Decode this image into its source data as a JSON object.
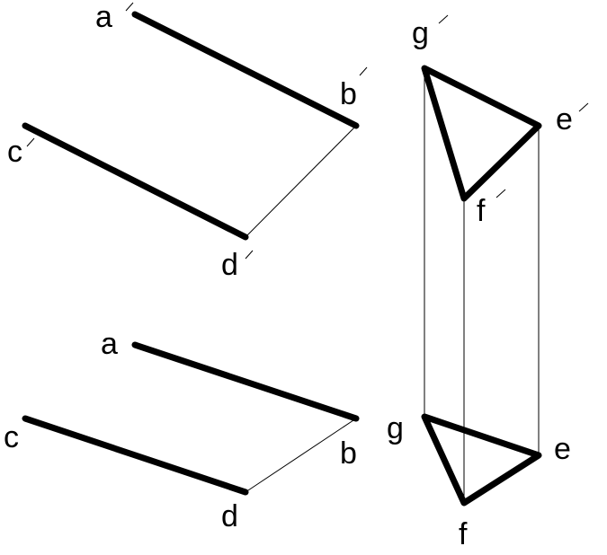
{
  "labels": {
    "a_top": "a",
    "b_top": "b",
    "c_top": "c",
    "d_top": "d",
    "g_top": "g",
    "e_top": "e",
    "f_top": "f",
    "a_bottom": "a",
    "b_bottom": "b",
    "c_bottom": "c",
    "d_bottom": "d",
    "g_bottom": "g",
    "e_bottom": "e",
    "f_bottom": "f"
  },
  "colors": {
    "line": "#000000",
    "background": "#ffffff"
  }
}
